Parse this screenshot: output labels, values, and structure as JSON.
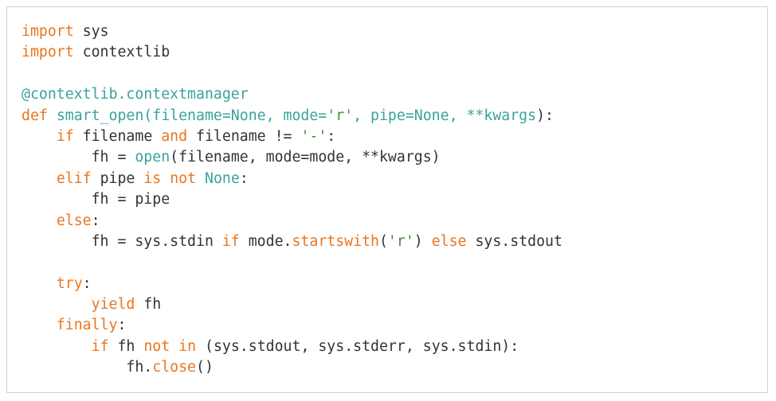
{
  "colors": {
    "keyword": "#e8761f",
    "name": "#3aa39c",
    "string": "#3f8f2f",
    "text": "#333333",
    "border": "#cfcfcf"
  },
  "code": {
    "lines": [
      [
        {
          "t": "import",
          "c": "kw"
        },
        {
          "t": " sys",
          "c": "pl"
        }
      ],
      [
        {
          "t": "import",
          "c": "kw"
        },
        {
          "t": " contextlib",
          "c": "pl"
        }
      ],
      [],
      [
        {
          "t": "@contextlib.contextmanager",
          "c": "nm"
        }
      ],
      [
        {
          "t": "def",
          "c": "kw"
        },
        {
          "t": " ",
          "c": "pl"
        },
        {
          "t": "smart_open(filename=None, mode=",
          "c": "nm"
        },
        {
          "t": "'r'",
          "c": "st"
        },
        {
          "t": ", pipe=None, **kwargs",
          "c": "nm"
        },
        {
          "t": "):",
          "c": "pl"
        }
      ],
      [
        {
          "t": "    ",
          "c": "pl"
        },
        {
          "t": "if",
          "c": "kw"
        },
        {
          "t": " filename ",
          "c": "pl"
        },
        {
          "t": "and",
          "c": "kw"
        },
        {
          "t": " filename != ",
          "c": "pl"
        },
        {
          "t": "'-'",
          "c": "st"
        },
        {
          "t": ":",
          "c": "pl"
        }
      ],
      [
        {
          "t": "        fh = ",
          "c": "pl"
        },
        {
          "t": "open",
          "c": "nm"
        },
        {
          "t": "(filename, mode=mode, **kwargs)",
          "c": "pl"
        }
      ],
      [
        {
          "t": "    ",
          "c": "pl"
        },
        {
          "t": "elif",
          "c": "kw"
        },
        {
          "t": " pipe ",
          "c": "pl"
        },
        {
          "t": "is",
          "c": "kw"
        },
        {
          "t": " ",
          "c": "pl"
        },
        {
          "t": "not",
          "c": "kw"
        },
        {
          "t": " ",
          "c": "pl"
        },
        {
          "t": "None",
          "c": "nm"
        },
        {
          "t": ":",
          "c": "pl"
        }
      ],
      [
        {
          "t": "        fh = pipe",
          "c": "pl"
        }
      ],
      [
        {
          "t": "    ",
          "c": "pl"
        },
        {
          "t": "else",
          "c": "kw"
        },
        {
          "t": ":",
          "c": "pl"
        }
      ],
      [
        {
          "t": "        fh = sys.stdin ",
          "c": "pl"
        },
        {
          "t": "if",
          "c": "kw"
        },
        {
          "t": " mode.",
          "c": "pl"
        },
        {
          "t": "startswith",
          "c": "kw"
        },
        {
          "t": "(",
          "c": "pl"
        },
        {
          "t": "'r'",
          "c": "st"
        },
        {
          "t": ") ",
          "c": "pl"
        },
        {
          "t": "else",
          "c": "kw"
        },
        {
          "t": " sys.stdout",
          "c": "pl"
        }
      ],
      [],
      [
        {
          "t": "    ",
          "c": "pl"
        },
        {
          "t": "try",
          "c": "kw"
        },
        {
          "t": ":",
          "c": "pl"
        }
      ],
      [
        {
          "t": "        ",
          "c": "pl"
        },
        {
          "t": "yield",
          "c": "kw"
        },
        {
          "t": " fh",
          "c": "pl"
        }
      ],
      [
        {
          "t": "    ",
          "c": "pl"
        },
        {
          "t": "finally",
          "c": "kw"
        },
        {
          "t": ":",
          "c": "pl"
        }
      ],
      [
        {
          "t": "        ",
          "c": "pl"
        },
        {
          "t": "if",
          "c": "kw"
        },
        {
          "t": " fh ",
          "c": "pl"
        },
        {
          "t": "not",
          "c": "kw"
        },
        {
          "t": " ",
          "c": "pl"
        },
        {
          "t": "in",
          "c": "kw"
        },
        {
          "t": " (sys.stdout, sys.stderr, sys.stdin):",
          "c": "pl"
        }
      ],
      [
        {
          "t": "            fh.",
          "c": "pl"
        },
        {
          "t": "close",
          "c": "kw"
        },
        {
          "t": "()",
          "c": "pl"
        }
      ]
    ]
  }
}
